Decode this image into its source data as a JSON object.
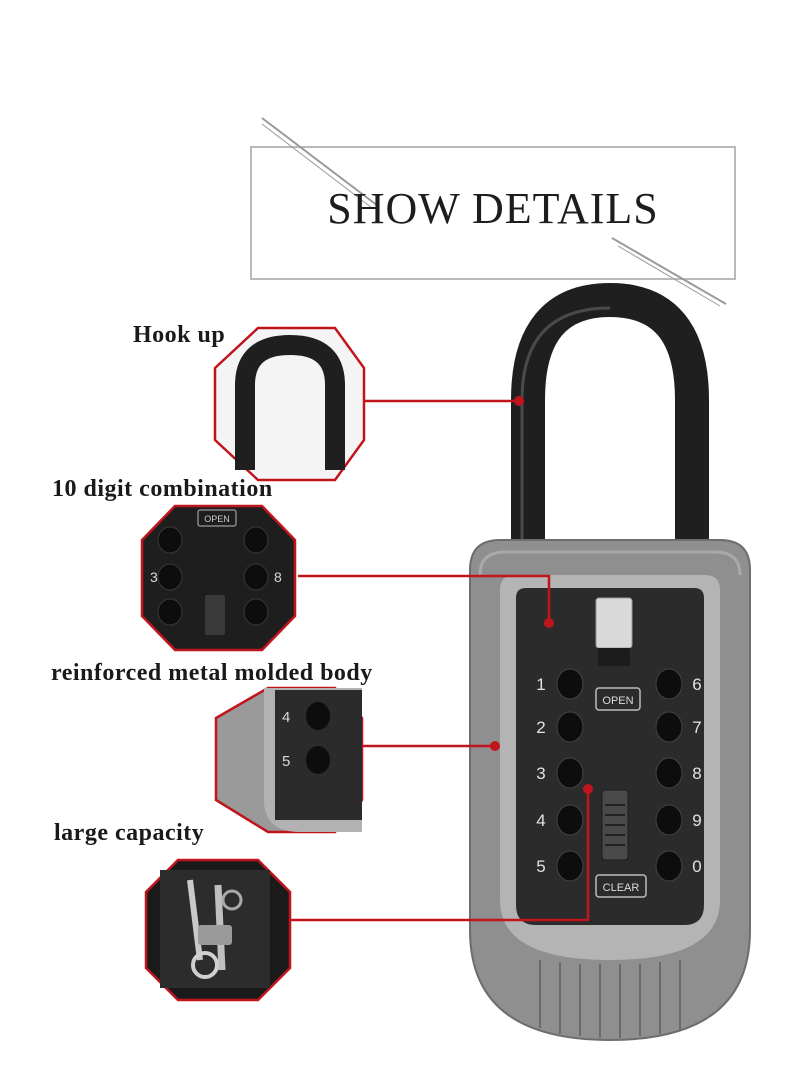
{
  "header": {
    "title": "SHOW DETAILS"
  },
  "features": [
    {
      "label": "Hook up"
    },
    {
      "label": "10 digit combination"
    },
    {
      "label": "reinforced metal molded body"
    },
    {
      "label": "large capacity"
    }
  ],
  "keypad": {
    "left_digits": [
      "1",
      "2",
      "3",
      "4",
      "5"
    ],
    "right_digits": [
      "6",
      "7",
      "8",
      "9",
      "0"
    ],
    "open_label": "OPEN",
    "clear_label": "CLEAR"
  },
  "colors": {
    "accent": "#c0151c",
    "body": "#8c8c8c",
    "panel": "#2b2b2b",
    "shackle": "#1f1f1f"
  }
}
